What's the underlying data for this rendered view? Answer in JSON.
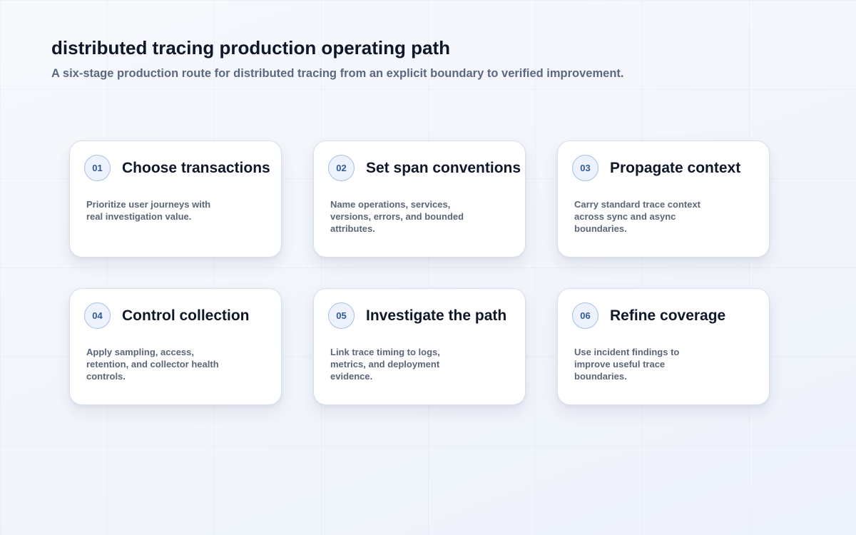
{
  "header": {
    "title": "distributed tracing production operating path",
    "subtitle": "A six-stage production route for distributed tracing from an explicit boundary to verified improvement."
  },
  "stages": [
    {
      "number": "01",
      "title": "Choose transactions",
      "description": "Prioritize user journeys with real investigation value."
    },
    {
      "number": "02",
      "title": "Set span conventions",
      "description": "Name operations, services, versions, errors, and bounded attributes."
    },
    {
      "number": "03",
      "title": "Propagate context",
      "description": "Carry standard trace context across sync and async boundaries."
    },
    {
      "number": "04",
      "title": "Control collection",
      "description": "Apply sampling, access, retention, and collector health controls."
    },
    {
      "number": "05",
      "title": "Investigate the path",
      "description": "Link trace timing to logs, metrics, and deployment evidence."
    },
    {
      "number": "06",
      "title": "Refine coverage",
      "description": "Use incident findings to improve useful trace boundaries."
    }
  ],
  "colors": {
    "background": "#f3f6fb",
    "card": "#ffffff",
    "card_border": "#d6e0ef",
    "badge_fill": "#edf2fc",
    "badge_border": "#a8bfe4",
    "badge_text": "#2f5a9c",
    "title_text": "#0f172a",
    "muted_text": "#5b6679"
  }
}
